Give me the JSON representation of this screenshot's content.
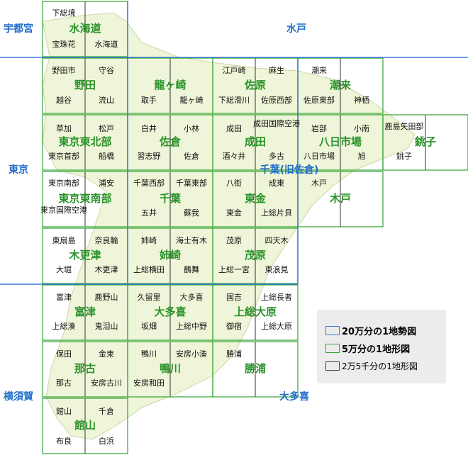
{
  "map": {
    "colors": {
      "blue": "#3a7ad6",
      "blue_text": "#1f6cc9",
      "green": "#33a233",
      "green_text": "#2a922a",
      "black_line": "#222222",
      "land": "#eef5d8",
      "land_edge": "#c9d9a6"
    },
    "series_200k": [
      {
        "id": "utsunomiya",
        "label": "宇都宮"
      },
      {
        "id": "mito",
        "label": "水戸"
      },
      {
        "id": "tokyo",
        "label": "東京"
      },
      {
        "id": "yokosuka",
        "label": "横須賀"
      },
      {
        "id": "otaki-blue",
        "label": "大多喜"
      },
      {
        "id": "chiba-sakura",
        "label": "千葉(旧佐倉)"
      }
    ],
    "series_50k": [
      {
        "id": "mitsukaido",
        "label": "水海道"
      },
      {
        "id": "noda",
        "label": "野田"
      },
      {
        "id": "ryugasaki",
        "label": "龍ヶ崎"
      },
      {
        "id": "sawara",
        "label": "佐原"
      },
      {
        "id": "itako",
        "label": "潮来"
      },
      {
        "id": "tokyo-tohokubu",
        "label": "東京東北部"
      },
      {
        "id": "sakura",
        "label": "佐倉"
      },
      {
        "id": "narita",
        "label": "成田"
      },
      {
        "id": "yokaichiba",
        "label": "八日市場"
      },
      {
        "id": "choshi",
        "label": "銚子"
      },
      {
        "id": "tokyo-tonanbu",
        "label": "東京東南部"
      },
      {
        "id": "chiba",
        "label": "千葉"
      },
      {
        "id": "togane",
        "label": "東金"
      },
      {
        "id": "kido",
        "label": "木戸"
      },
      {
        "id": "kisarazu",
        "label": "木更津"
      },
      {
        "id": "anesaki",
        "label": "姉崎"
      },
      {
        "id": "mobara",
        "label": "茂原"
      },
      {
        "id": "futtsu",
        "label": "富津"
      },
      {
        "id": "otaki",
        "label": "大多喜"
      },
      {
        "id": "kazusa-ohara",
        "label": "上総大原"
      },
      {
        "id": "nako",
        "label": "那古"
      },
      {
        "id": "kamogawa",
        "label": "鴨川"
      },
      {
        "id": "katsuura",
        "label": "勝浦"
      },
      {
        "id": "tateyama",
        "label": "館山"
      }
    ],
    "series_25k": [
      {
        "id": "shimofusa-sakai",
        "label": "下総境"
      },
      {
        "id": "hoshubana",
        "label": "宝珠花"
      },
      {
        "id": "mitsukaido-25k",
        "label": "水海道"
      },
      {
        "id": "noda-shi",
        "label": "野田市"
      },
      {
        "id": "moriya",
        "label": "守谷"
      },
      {
        "id": "koshigaya",
        "label": "越谷"
      },
      {
        "id": "nagareyama",
        "label": "流山"
      },
      {
        "id": "toride",
        "label": "取手"
      },
      {
        "id": "ryugasaki-25k",
        "label": "龍ヶ崎"
      },
      {
        "id": "edosaki",
        "label": "江戸崎"
      },
      {
        "id": "asou",
        "label": "麻生"
      },
      {
        "id": "shimofusa-namekawa",
        "label": "下総滑川"
      },
      {
        "id": "sawara-seibu",
        "label": "佐原西部"
      },
      {
        "id": "itako-25k",
        "label": "潮来"
      },
      {
        "id": "sawara-tobu",
        "label": "佐原東部"
      },
      {
        "id": "kounosu",
        "label": "神栖"
      },
      {
        "id": "soka",
        "label": "草加"
      },
      {
        "id": "matsudo",
        "label": "松戸"
      },
      {
        "id": "tokyo-shubu",
        "label": "東京首部"
      },
      {
        "id": "funabashi",
        "label": "船橋"
      },
      {
        "id": "shiroi",
        "label": "白井"
      },
      {
        "id": "kobayashi",
        "label": "小林"
      },
      {
        "id": "narashino",
        "label": "習志野"
      },
      {
        "id": "sakura-25k",
        "label": "佐倉"
      },
      {
        "id": "narita-25k",
        "label": "成田"
      },
      {
        "id": "narita-kokusai-kuko",
        "label": "成田国際空港"
      },
      {
        "id": "shisui",
        "label": "酒々井"
      },
      {
        "id": "tako",
        "label": "多古"
      },
      {
        "id": "iwabe",
        "label": "岩部"
      },
      {
        "id": "kominami",
        "label": "小南"
      },
      {
        "id": "yokaichiba-25k",
        "label": "八日市場"
      },
      {
        "id": "asahi",
        "label": "旭"
      },
      {
        "id": "kashima-hokota",
        "label": "鹿島矢田部"
      },
      {
        "id": "choshi-25k",
        "label": "銚子"
      },
      {
        "id": "tokyo-nanbu",
        "label": "東京南部"
      },
      {
        "id": "urayasu",
        "label": "浦安"
      },
      {
        "id": "tokyo-kokusai-kuko",
        "label": "東京国際空港"
      },
      {
        "id": "chiba-seibu",
        "label": "千葉西部"
      },
      {
        "id": "chiba-tobu",
        "label": "千葉東部"
      },
      {
        "id": "goi",
        "label": "五井"
      },
      {
        "id": "soga",
        "label": "蘇我"
      },
      {
        "id": "yachimata",
        "label": "八街"
      },
      {
        "id": "naruto",
        "label": "成東"
      },
      {
        "id": "togane-25k",
        "label": "東金"
      },
      {
        "id": "kazusa-katami",
        "label": "上総片貝"
      },
      {
        "id": "kido-25k",
        "label": "木戸"
      },
      {
        "id": "higashi-ogishima",
        "label": "東扇島"
      },
      {
        "id": "naraawa",
        "label": "奈良輪"
      },
      {
        "id": "osaki",
        "label": "大堀"
      },
      {
        "id": "kisarazu-25k",
        "label": "木更津"
      },
      {
        "id": "anesaki-25k",
        "label": "姉崎"
      },
      {
        "id": "amaariki",
        "label": "海士有木"
      },
      {
        "id": "kazusa-yokota",
        "label": "上総横田"
      },
      {
        "id": "tsurumai",
        "label": "鶴舞"
      },
      {
        "id": "mobara-25k",
        "label": "茂原"
      },
      {
        "id": "shitengi",
        "label": "四天木"
      },
      {
        "id": "kazusa-ichinomiya",
        "label": "上総一宮"
      },
      {
        "id": "higashi-namimi",
        "label": "東浪見"
      },
      {
        "id": "futtsu-25k",
        "label": "富津"
      },
      {
        "id": "kanozan",
        "label": "鹿野山"
      },
      {
        "id": "kazusa-minato",
        "label": "上総湊"
      },
      {
        "id": "kanozan2",
        "label": "鬼泪山"
      },
      {
        "id": "kururi",
        "label": "久留里"
      },
      {
        "id": "otaki-25k",
        "label": "大多喜"
      },
      {
        "id": "sakahata",
        "label": "坂畑"
      },
      {
        "id": "kazusa-nakano",
        "label": "上総中野"
      },
      {
        "id": "kokin",
        "label": "国吉"
      },
      {
        "id": "kazusa-chojamachi",
        "label": "上総長者"
      },
      {
        "id": "onjuku",
        "label": "御宿"
      },
      {
        "id": "kazusa-ohara-25k",
        "label": "上総大原"
      },
      {
        "id": "hota",
        "label": "保田"
      },
      {
        "id": "kanaya",
        "label": "金束"
      },
      {
        "id": "nako-25k",
        "label": "那古"
      },
      {
        "id": "awa-kominato",
        "label": "安房古川"
      },
      {
        "id": "kamogawa-25k",
        "label": "鴨川"
      },
      {
        "id": "awa-kominato2",
        "label": "安房小湊"
      },
      {
        "id": "awa-wada",
        "label": "安房和田"
      },
      {
        "id": "katsuura-25k",
        "label": "勝浦"
      },
      {
        "id": "tateyama-25k",
        "label": "館山"
      },
      {
        "id": "chikura",
        "label": "千倉"
      },
      {
        "id": "mera",
        "label": "布良"
      },
      {
        "id": "shirahama",
        "label": "白浜"
      }
    ]
  },
  "legend": {
    "items": [
      {
        "label": "20万分の1地勢図",
        "color": "#3a7ad6"
      },
      {
        "label": "5万分の1地形図",
        "color": "#33a233"
      },
      {
        "label": "2万5千分の1地形図",
        "color": "#444444"
      }
    ]
  }
}
